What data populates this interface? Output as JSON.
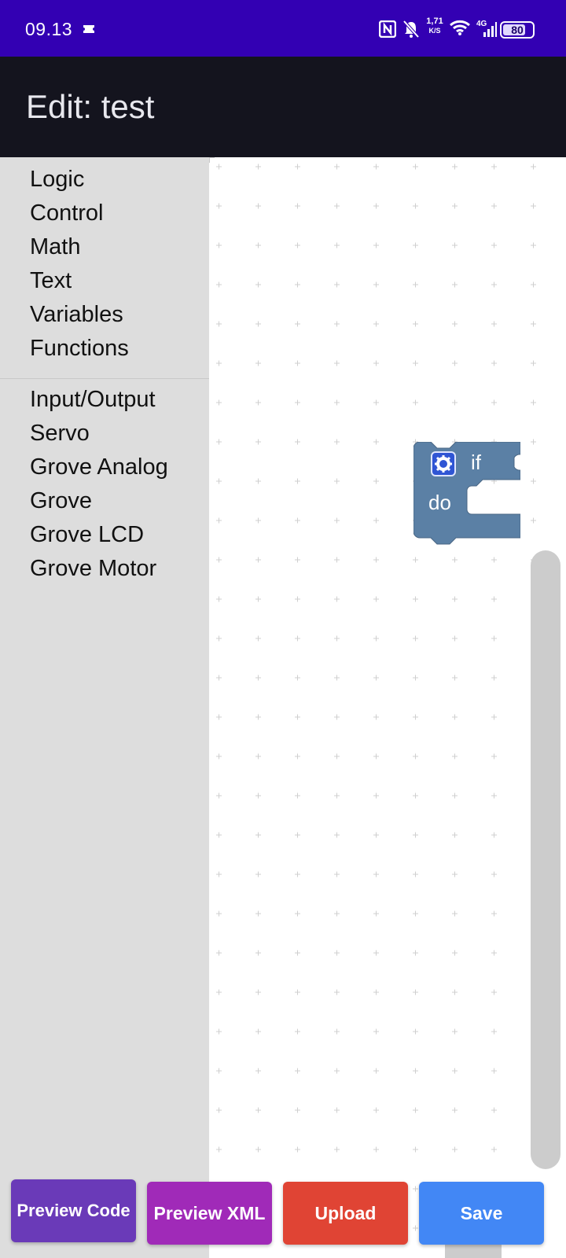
{
  "status_bar": {
    "time": "09.13",
    "net_speed_value": "1,71",
    "net_speed_unit": "K/S",
    "network": "4G",
    "battery": "80",
    "icons": [
      "notification-icon",
      "nfc-icon",
      "bell-off-icon",
      "wifi-icon",
      "signal-icon",
      "battery-icon"
    ]
  },
  "app_bar": {
    "title": "Edit: test"
  },
  "toolbox": {
    "group1": [
      "Logic",
      "Control",
      "Math",
      "Text",
      "Variables",
      "Functions"
    ],
    "group2": [
      "Input/Output",
      "Servo",
      "Grove Analog",
      "Grove",
      "Grove LCD",
      "Grove Motor"
    ]
  },
  "workspace": {
    "block": {
      "keyword_if": "if",
      "keyword_do": "do",
      "color": "#5b80a5",
      "icon": "gear-icon"
    }
  },
  "buttons": {
    "preview_code": "Preview Code",
    "preview_xml": "Preview XML",
    "upload": "Upload",
    "save": "Save"
  },
  "colors": {
    "status_bar": "#3300b3",
    "app_bar": "#14141e",
    "toolbox": "#dddddd",
    "preview_code": "#6a3ab8",
    "preview_xml": "#a02ab8",
    "upload": "#e04434",
    "save": "#4287f5"
  }
}
